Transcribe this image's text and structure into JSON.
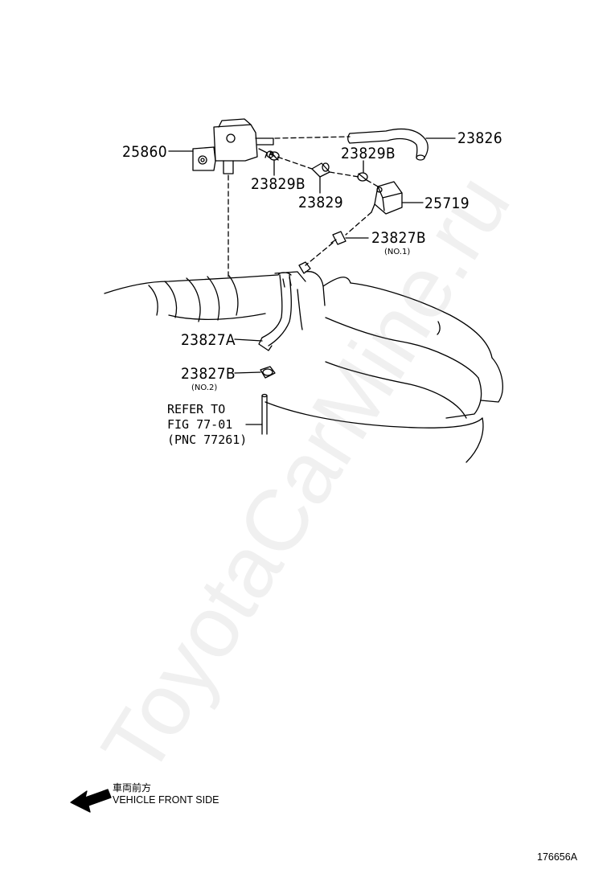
{
  "parts": {
    "p25860": "25860",
    "p23826": "23826",
    "p23829B_left": "23829B",
    "p23829B_right": "23829B",
    "p23829": "23829",
    "p25719": "25719",
    "p23827B_top": "23827B",
    "no1": "(NO.1)",
    "p23827A": "23827A",
    "p23827B_bottom": "23827B",
    "no2": "(NO.2)"
  },
  "refer_note": "REFER TO\nFIG 77-01\n(PNC 77261)",
  "front_indicator": {
    "japanese": "車両前方",
    "english": "VEHICLE FRONT SIDE"
  },
  "figure_id": "176656A",
  "watermark": "ToyotaCarMine.ru",
  "colors": {
    "line": "#000000",
    "watermark": "#969696"
  }
}
